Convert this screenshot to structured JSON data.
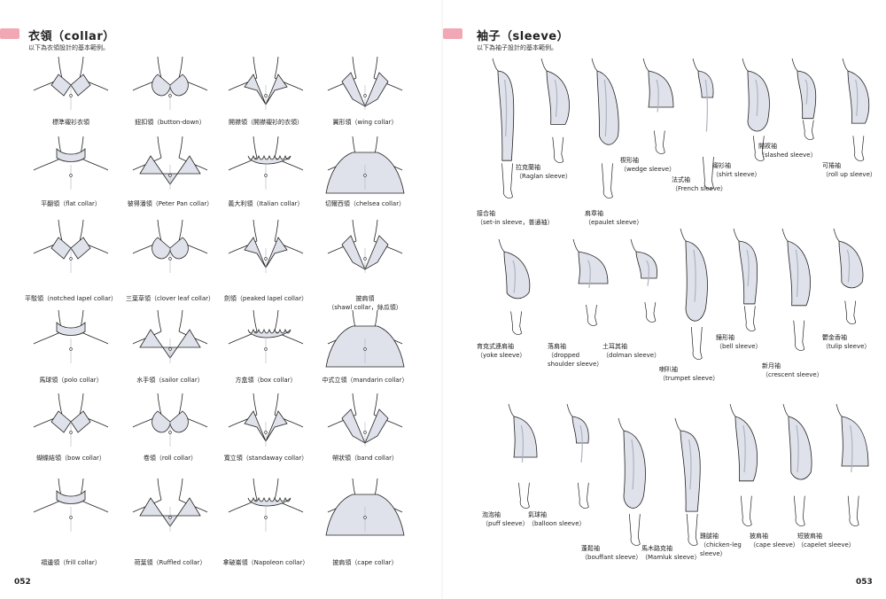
{
  "colors": {
    "accent": "#f2a8b4",
    "ink": "#222222",
    "fabric": "#dfe2ea",
    "shadow": "#aeb3c0",
    "skin": "#ffffff"
  },
  "left": {
    "title": "衣領（collar）",
    "subtitle": "以下為衣領設計的基本範例。",
    "page_number": "052",
    "collars": [
      {
        "label": "標準襯衫衣領"
      },
      {
        "label": "鈕扣領（button-down）"
      },
      {
        "label": "開襟領（開襟襯衫的衣領）"
      },
      {
        "label": "翼形領（wing collar）"
      },
      {
        "label": "平翻領（flat collar）"
      },
      {
        "label": "彼得潘領（Peter Pan collar）"
      },
      {
        "label": "義大利領（Italian collar）"
      },
      {
        "label": "切爾西領（chelsea collar）"
      },
      {
        "label": "平駁領（notched lapel collar）"
      },
      {
        "label": "三葉草領（clover leaf collar）"
      },
      {
        "label": "劍領（peaked lapel collar）"
      },
      {
        "label": "披肩領",
        "label2": "（shawl collar，絲瓜領）"
      },
      {
        "label": "馬球領（polo collar）"
      },
      {
        "label": "水手領（sailor collar）"
      },
      {
        "label": "方盒領（box collar）"
      },
      {
        "label": "中式立領（mandarin collar）"
      },
      {
        "label": "蝴蝶結領（bow collar）"
      },
      {
        "label": "卷領（roll collar）"
      },
      {
        "label": "寬立領（standaway collar）"
      },
      {
        "label": "帶狀領（band collar）"
      },
      {
        "label": "褶邊領（frill collar）"
      },
      {
        "label": "荷葉領（Ruffled collar）"
      },
      {
        "label": "拿破崙領（Napoleon collar）"
      },
      {
        "label": "披肩領（cape collar）"
      }
    ]
  },
  "right": {
    "title": "袖子（sleeve）",
    "subtitle": "以下為袖子設計的基本範例。",
    "page_number": "053",
    "sleeves": [
      {
        "name": "接合袖",
        "sub": "（set-in sleeve，普通袖）"
      },
      {
        "name": "拉克蘭袖",
        "sub": "（Raglan sleeve）"
      },
      {
        "name": "肩章袖",
        "sub": "（epaulet sleeve）"
      },
      {
        "name": "楔形袖",
        "sub": "（wedge sleeve）"
      },
      {
        "name": "法式袖",
        "sub": "（French sleeve）"
      },
      {
        "name": "襯衫袖",
        "sub": "（shirt sleeve）"
      },
      {
        "name": "開衩袖",
        "sub": "（slashed sleeve）"
      },
      {
        "name": "可捲袖",
        "sub": "（roll up sleeve）"
      },
      {
        "name": "育克式連肩袖",
        "sub": "（yoke sleeve）"
      },
      {
        "name": "落肩袖",
        "sub": "（dropped",
        "sub2": "shoulder sleeve）"
      },
      {
        "name": "土耳其袖",
        "sub": "（dolman sleeve）"
      },
      {
        "name": "喇叭袖",
        "sub": "（trumpet sleeve）"
      },
      {
        "name": "鐘形袖",
        "sub": "（bell sleeve）"
      },
      {
        "name": "新月袖",
        "sub": "（crescent sleeve）"
      },
      {
        "name": "鬱金香袖",
        "sub": "（tulip sleeve）"
      },
      {
        "name": "泡泡袖",
        "sub": "（puff sleeve）"
      },
      {
        "name": "氣球袖",
        "sub": "（balloon sleeve）"
      },
      {
        "name": "蓬鬆袖",
        "sub": "（bouffant sleeve）"
      },
      {
        "name": "馬木路克袖",
        "sub": "（Mamluk sleeve）"
      },
      {
        "name": "雞腿袖",
        "sub": "（chicken-leg",
        "sub2": "sleeve）"
      },
      {
        "name": "披肩袖",
        "sub": "（cape sleeve）"
      },
      {
        "name": "短披肩袖",
        "sub": "（capelet sleeve）"
      }
    ]
  }
}
